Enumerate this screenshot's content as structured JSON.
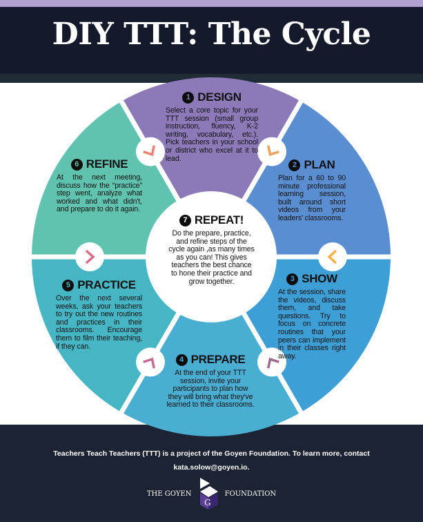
{
  "header": {
    "title": "DIY TTT: The Cycle"
  },
  "colors": {
    "design": "#8b79b8",
    "plan": "#5a8ed0",
    "show": "#3e9fd6",
    "prepare": "#4aaed3",
    "practice": "#46b6c4",
    "refine": "#5fc3b0",
    "header": "#141a2b",
    "footer": "#1c2433"
  },
  "steps": [
    {
      "num": "1",
      "title": "DESIGN",
      "body": "Select a core topic for your TTT session (small group instruction, fluency, K-2 writing, vocabulary, etc.). Pick teachers in your school or district who excel at it to lead."
    },
    {
      "num": "2",
      "title": "PLAN",
      "body": "Plan for a 60 to 90 minute professional learning session, built around short videos from your leaders' classrooms."
    },
    {
      "num": "3",
      "title": "SHOW",
      "body": "At the session, share the videos, discuss them, and take questions. Try to focus on concrete routines that your peers can implement in their classes right away."
    },
    {
      "num": "4",
      "title": "PREPARE",
      "body": "At the end of your TTT session, invite your participants to plan how they will bring what they've learned to their classrooms."
    },
    {
      "num": "5",
      "title": "PRACTICE",
      "body": "Over the next several weeks, ask your teachers to try out the new routines and practices in their classrooms. Encourage them to film their teaching, if they can."
    },
    {
      "num": "6",
      "title": "REFINE",
      "body": "At the next meeting, discuss how the “practice” step went, analyze what worked and what didn't, and prepare to do it again."
    },
    {
      "num": "7",
      "title": "REPEAT!",
      "body": "Do the prepare, practice, and refine steps of the cycle again ,as many times as you can! This gives teachers the best chance to hone their practice and grow together."
    }
  ],
  "footer": {
    "line1": "Teachers Teach Teachers (TTT) is a project of the Goyen Foundation.  To learn more, contact",
    "email": "kata.solow@goyen.io.",
    "logo_left": "THE GOYEN",
    "logo_letter": "G",
    "logo_right": "FOUNDATION"
  }
}
